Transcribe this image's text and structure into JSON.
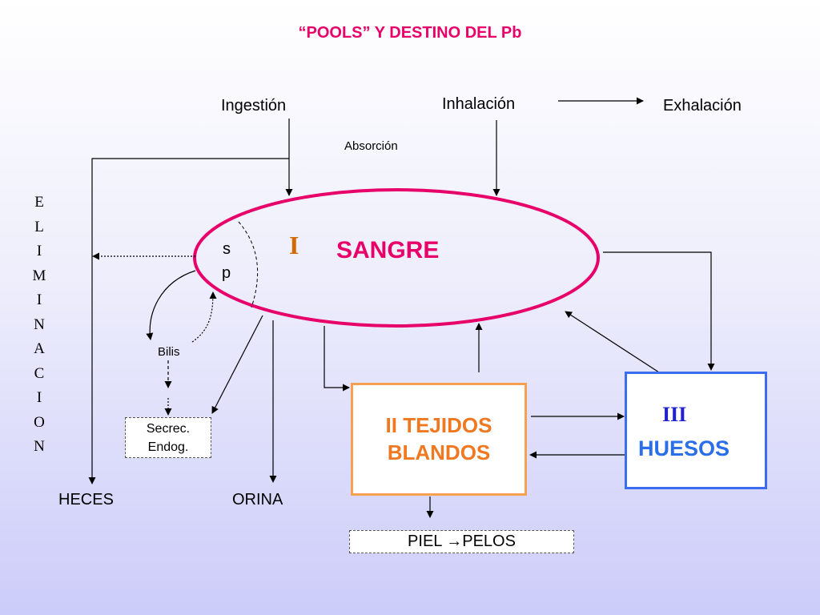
{
  "title": "“POOLS” Y DESTINO  DEL Pb",
  "inputs": {
    "ingestion": "Ingestión",
    "inhalacion": "Inhalación",
    "exhalacion": "Exhalación",
    "absorcion": "Absorción"
  },
  "side_label": [
    "E",
    "L",
    "I",
    "M",
    "I",
    "N",
    "A",
    "C",
    "I",
    "O",
    "N"
  ],
  "pool_sangre": {
    "number": "I",
    "label": "SANGRE",
    "sub_s": "s",
    "sub_p": "p"
  },
  "pool_tejidos": {
    "line1": "II  TEJIDOS",
    "line2": "BLANDOS"
  },
  "pool_huesos": {
    "number": "III",
    "label": "HUESOS"
  },
  "bilis": "Bilis",
  "secrec": {
    "line1": "Secrec.",
    "line2": "Endog."
  },
  "outputs": {
    "heces": "HECES",
    "orina": "ORINA"
  },
  "piel": {
    "left": "PIEL ",
    "arrow": "→",
    "right": "PELOS"
  },
  "colors": {
    "title": "#e8006a",
    "sangre": "#e8006a",
    "sangre_number": "#d06a00",
    "tejidos": "#f07820",
    "huesos_border": "#3c6df0",
    "huesos_text": "#2a6ee8"
  }
}
